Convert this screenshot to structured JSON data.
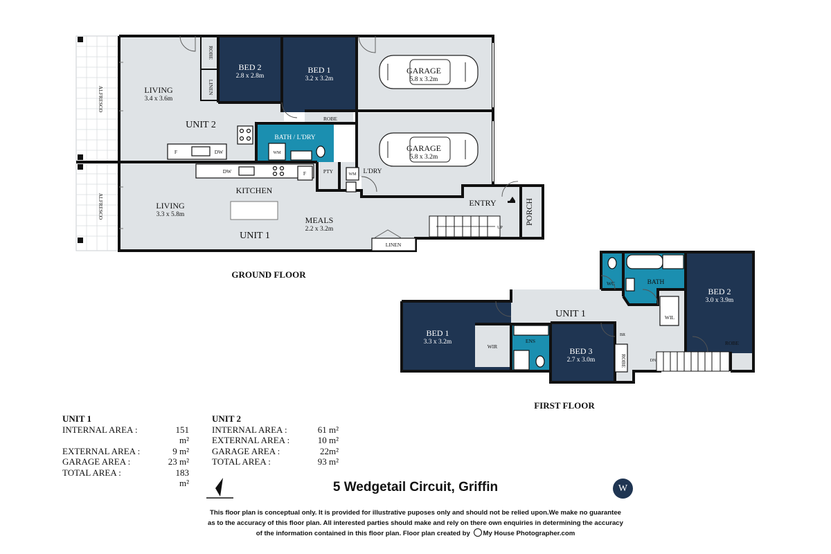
{
  "ground_floor": {
    "title": "GROUND FLOOR",
    "rooms": {
      "alfresco_top": "ALFRESCO",
      "alfresco_bottom": "ALFRESCO",
      "living_u2": {
        "name": "LIVING",
        "dim": "3.4 x 3.6m"
      },
      "unit2": "UNIT 2",
      "robe_u2": "ROBE",
      "linen_u2": "LINEN",
      "bed2_u2": {
        "name": "BED 2",
        "dim": "2.8 x 2.8m"
      },
      "bed1_u2": {
        "name": "BED 1",
        "dim": "3.2 x 3.2m"
      },
      "robe_bed1_u2": "ROBE",
      "bath_laundry": "BATH / L'DRY",
      "garage_top": {
        "name": "GARAGE",
        "dim": "5.8 x 3.2m"
      },
      "garage_bottom": {
        "name": "GARAGE",
        "dim": "5.8 x 3.2m"
      },
      "laundry_u1": "L'DRY",
      "pantry": "PTY",
      "kitchen": "KITCHEN",
      "living_u1": {
        "name": "LIVING",
        "dim": "3.3 x 5.8m"
      },
      "meals": {
        "name": "MEALS",
        "dim": "2.2 x 3.2m"
      },
      "unit1": "UNIT 1",
      "linen_u1": "LINEN",
      "entry": "ENTRY",
      "porch": "PORCH",
      "stair_up": "UP"
    },
    "fixtures": {
      "fridge": "F",
      "dishwasher": "DW",
      "washing_machine": "WM"
    }
  },
  "first_floor": {
    "title": "FIRST FLOOR",
    "rooms": {
      "unit1": "UNIT 1",
      "bed1": {
        "name": "BED 1",
        "dim": "3.3 x 3.2m"
      },
      "wir": "WIR",
      "ens": "ENS",
      "bed3": {
        "name": "BED 3",
        "dim": "2.7 x 3.0m"
      },
      "robe_bed3": "ROBE",
      "br": "BR",
      "wc": "WC",
      "bath": "BATH",
      "wil": "WIL",
      "bed2": {
        "name": "BED 2",
        "dim": "3.0 x 3.9m"
      },
      "robe_bed2": "ROBE",
      "stair_down": "DN"
    }
  },
  "areas": {
    "unit1": {
      "title": "UNIT 1",
      "rows": [
        {
          "label": "INTERNAL AREA :",
          "value": "151 m²"
        },
        {
          "label": "EXTERNAL AREA :",
          "value": "9 m²"
        },
        {
          "label": "GARAGE AREA :",
          "value": "23 m²"
        },
        {
          "label": "TOTAL AREA :",
          "value": "183 m²"
        }
      ]
    },
    "unit2": {
      "title": "UNIT 2",
      "rows": [
        {
          "label": "INTERNAL AREA :",
          "value": "61 m²"
        },
        {
          "label": "EXTERNAL AREA :",
          "value": "10 m²"
        },
        {
          "label": "GARAGE AREA :",
          "value": "22m²"
        },
        {
          "label": "TOTAL AREA :",
          "value": "93 m²"
        }
      ]
    }
  },
  "address": "5 Wedgetail Circuit, Griffin",
  "compass_badge": "W",
  "disclaimer": {
    "line1": "This floor plan is conceptual only. It is provided for illustrative puposes only and should not be relied upon.We make no guarantee",
    "line2": "as to the accuracy of this floor plan. All interested parties should make and rely on there own enquiries in determining the accuracy",
    "line3_before": "of the information contained in this floor plan. Floor plan created by",
    "line3_brand": "My House Photographer.com"
  },
  "colors": {
    "room_light": "#dfe3e6",
    "room_dark": "#1f3552",
    "room_wet": "#1b8fb0",
    "walls": "#111111"
  },
  "icons": [
    "north-arrow-icon",
    "entry-arrow-icon",
    "car-icon",
    "toilet-icon",
    "sink-icon",
    "cooktop-icon",
    "bathtub-icon",
    "shower-icon"
  ]
}
